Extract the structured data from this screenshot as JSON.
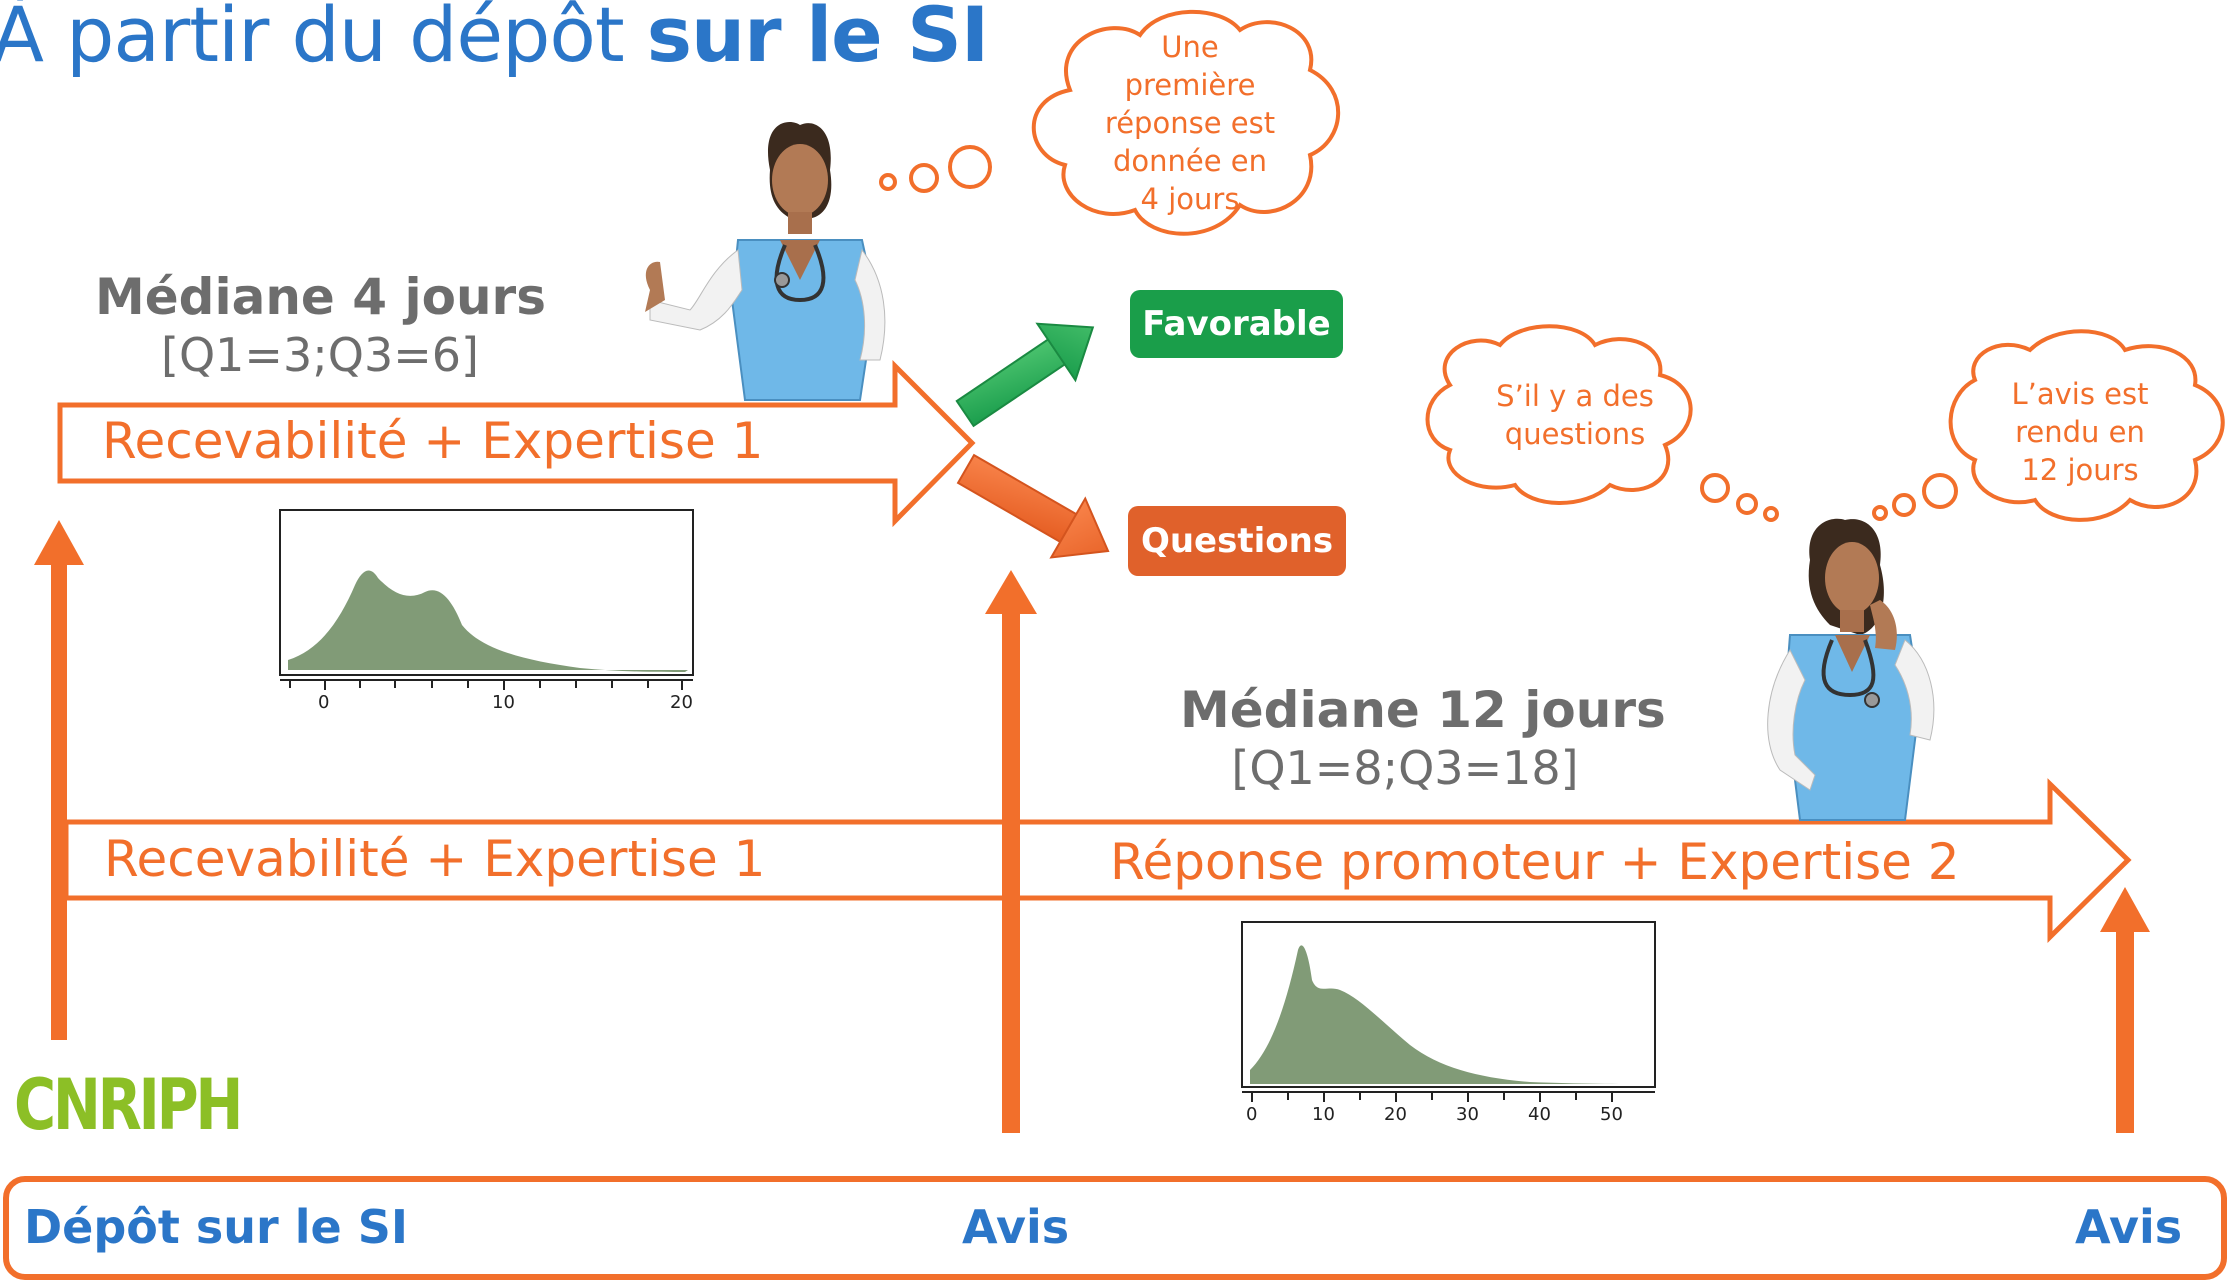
{
  "title": {
    "prefix": "À partir du dépôt ",
    "bold": "sur le SI"
  },
  "phase1": {
    "median": "Médiane 4 jours",
    "quartiles": "[Q1=3;Q3=6]",
    "arrow_label": "Recevabilité + Expertise 1",
    "thought": "Une\npremière\nréponse est\ndonnée en\n4 jours",
    "outcome_favorable": "Favorable",
    "outcome_questions": "Questions",
    "histogram_ticks": [
      "0",
      "10",
      "20"
    ]
  },
  "phase2": {
    "median": "Médiane 12 jours",
    "quartiles": "[Q1=8;Q3=18]",
    "arrow_label_left": "Recevabilité + Expertise 1",
    "arrow_label_right": "Réponse promoteur + Expertise 2",
    "thought_questions": "S’il y a des\nquestions",
    "thought_result": "L’avis est\nrendu en\n12 jours",
    "histogram_ticks": [
      "0",
      "10",
      "20",
      "30",
      "40",
      "50"
    ]
  },
  "logo": "CNRIPH",
  "timeline": {
    "start": "Dépôt sur le SI",
    "mid": "Avis",
    "end": "Avis"
  },
  "colors": {
    "orange": "#f26f2b",
    "blue": "#2b76c8",
    "green": "#1a9e4a",
    "gray": "#6d6d6d",
    "density": "#6b8a5f"
  },
  "icons": [
    "nurse-thumbs-up-illustration",
    "nurse-thinking-illustration",
    "thought-cloud-icon"
  ]
}
